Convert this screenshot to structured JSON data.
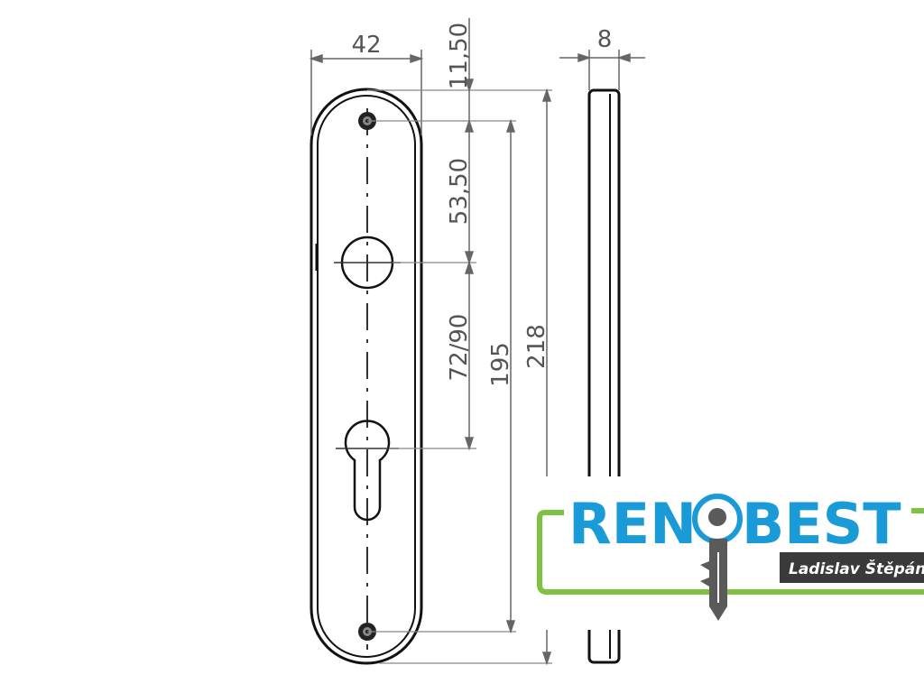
{
  "dimensions": {
    "width": "42",
    "top_offset": "11,50",
    "thickness": "8",
    "handle_to_top_screw": "53,50",
    "handle_to_cylinder": "72/90",
    "screw_to_screw": "195",
    "overall_height": "218"
  },
  "logo": {
    "part1": "REN",
    "part2": "BEST",
    "tagline": "Ladislav Štěpán",
    "colors": {
      "brand_blue": "#1a9ad6",
      "brand_green": "#7ec242",
      "key_gray": "#5a5a5a",
      "tag_bg": "#3a3a3a"
    },
    "icon": "key-icon"
  }
}
